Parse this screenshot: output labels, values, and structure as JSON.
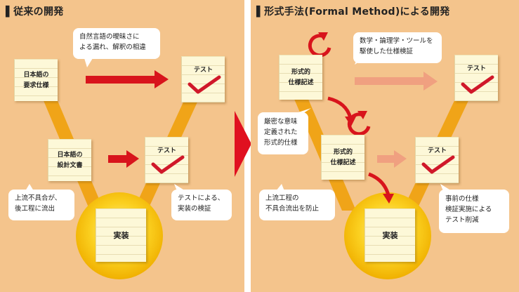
{
  "colors": {
    "panel_bg": "#f4c48c",
    "v_bar": "#f0a418",
    "arrow_red": "#d8141c",
    "arrow_pale": "#f0a080",
    "check_red": "#d0182a",
    "circle_yellow": "#f8c800",
    "divider_arrow": "#e01020"
  },
  "left": {
    "title": "▌従来の開発",
    "notes": {
      "requirements": [
        "日本語の",
        "要求仕様"
      ],
      "test_top": [
        "テスト"
      ],
      "design": [
        "日本語の",
        "設計文書"
      ],
      "test_mid": [
        "テスト"
      ],
      "implementation": [
        "実装"
      ]
    },
    "callouts": {
      "ambiguity": [
        "自然言語の曖昧さに",
        "よる漏れ、解釈の相違"
      ],
      "upstream": [
        "上流不具合が、",
        "後工程に流出"
      ],
      "verification": [
        "テストによる、",
        "実装の検証"
      ]
    }
  },
  "right": {
    "title": "▌形式手法(Formal Method)による開発",
    "notes": {
      "spec_top": [
        "形式的",
        "仕様記述"
      ],
      "test_top": [
        "テスト"
      ],
      "spec_mid": [
        "形式的",
        "仕様記述"
      ],
      "test_mid": [
        "テスト"
      ],
      "implementation": [
        "実装"
      ]
    },
    "callouts": {
      "tools": [
        "数学・論理学・ツールを",
        "駆使した仕様検証"
      ],
      "strict": [
        "厳密な意味",
        "定義された",
        "形式的仕様"
      ],
      "prevent": [
        "上流工程の",
        "不具合流出を防止"
      ],
      "reduction": [
        "事前の仕様",
        "検証実施による",
        "テスト削減"
      ]
    }
  },
  "icons": {
    "check": "check-icon",
    "loop": "loop-arrow-icon",
    "arrow": "right-arrow-icon"
  }
}
